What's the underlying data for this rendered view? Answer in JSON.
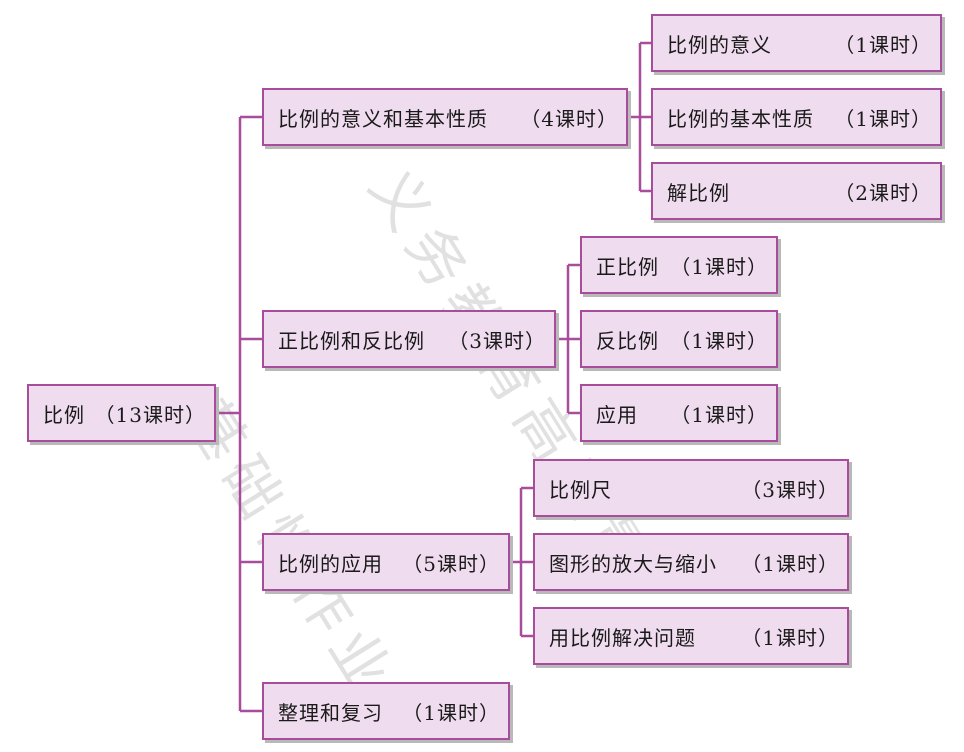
{
  "watermark": {
    "line1": "基础性作业",
    "line2": "义务教育高质量"
  },
  "tree": {
    "root": {
      "title": "比例",
      "hours": "（13课时）"
    },
    "sections": [
      {
        "title": "比例的意义和基本性质",
        "hours": "（4课时）",
        "children": [
          {
            "title": "比例的意义",
            "hours": "（1课时）"
          },
          {
            "title": "比例的基本性质",
            "hours": "（1课时）"
          },
          {
            "title": "解比例",
            "hours": "（2课时）"
          }
        ]
      },
      {
        "title": "正比例和反比例",
        "hours": "（3课时）",
        "children": [
          {
            "title": "正比例",
            "hours": "（1课时）"
          },
          {
            "title": "反比例",
            "hours": "（1课时）"
          },
          {
            "title": "应用",
            "hours": "（1课时）"
          }
        ]
      },
      {
        "title": "比例的应用",
        "hours": "（5课时）",
        "children": [
          {
            "title": "比例尺",
            "hours": "（3课时）"
          },
          {
            "title": "图形的放大与缩小",
            "hours": "（1课时）"
          },
          {
            "title": "用比例解决问题",
            "hours": "（1课时）"
          }
        ]
      },
      {
        "title": "整理和复习",
        "hours": "（1课时）",
        "children": []
      }
    ]
  }
}
